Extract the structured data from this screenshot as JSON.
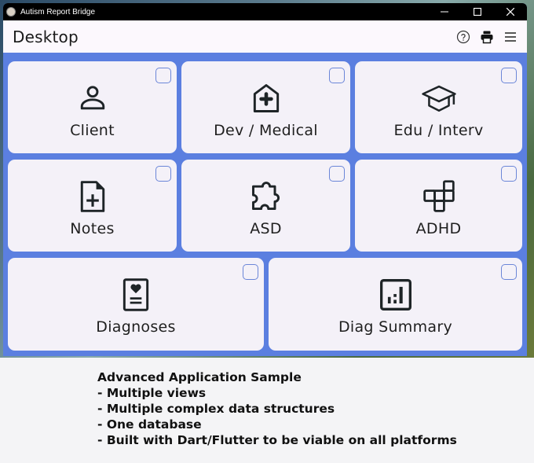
{
  "window": {
    "title": "Autism Report Bridge",
    "controls": [
      "minimize",
      "maximize",
      "close"
    ]
  },
  "appbar": {
    "title": "Desktop",
    "actions": [
      {
        "name": "help",
        "icon": "help-circle-icon"
      },
      {
        "name": "print",
        "icon": "printer-icon"
      },
      {
        "name": "menu",
        "icon": "hamburger-menu-icon"
      }
    ]
  },
  "tiles": [
    {
      "label": "Client",
      "icon": "person-icon",
      "checked": false
    },
    {
      "label": "Dev / Medical",
      "icon": "medical-house-icon",
      "checked": false
    },
    {
      "label": "Edu / Interv",
      "icon": "graduation-cap-icon",
      "checked": false
    },
    {
      "label": "Notes",
      "icon": "note-add-icon",
      "checked": false
    },
    {
      "label": "ASD",
      "icon": "puzzle-piece-icon",
      "checked": false
    },
    {
      "label": "ADHD",
      "icon": "blocks-icon",
      "checked": false
    },
    {
      "label": "Diagnoses",
      "icon": "heart-document-icon",
      "checked": false
    },
    {
      "label": "Diag Summary",
      "icon": "bar-chart-box-icon",
      "checked": false
    }
  ],
  "caption": {
    "title": "Advanced Application Sample",
    "lines": [
      "- Multiple views",
      "- Multiple complex data structures",
      "- One database",
      "- Built with Dart/Flutter to be viable on all platforms"
    ]
  },
  "colors": {
    "accent": "#5b7fe0",
    "tile_bg": "#f4f1f8",
    "appbar_bg": "#fcf8fd",
    "titlebar_bg": "#000000"
  }
}
